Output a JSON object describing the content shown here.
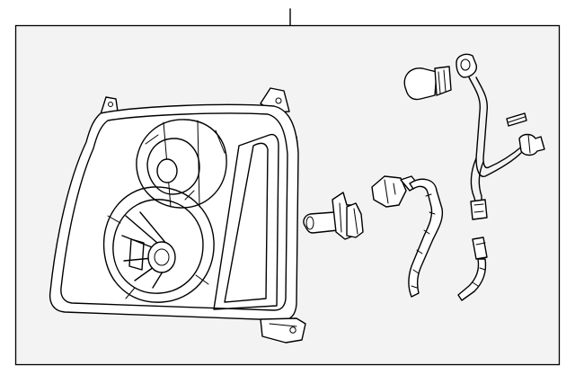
{
  "diagram": {
    "background_color": "#ffffff",
    "panel_color": "#f3f3f3",
    "line_color": "#000000",
    "parts": [
      "headlamp-assembly",
      "headlamp-bulb",
      "bulb-socket",
      "headlamp-wiring-harness",
      "turn-signal-bulb",
      "turn-signal-socket",
      "side-marker-socket",
      "connector-plug",
      "harness-clip"
    ]
  }
}
